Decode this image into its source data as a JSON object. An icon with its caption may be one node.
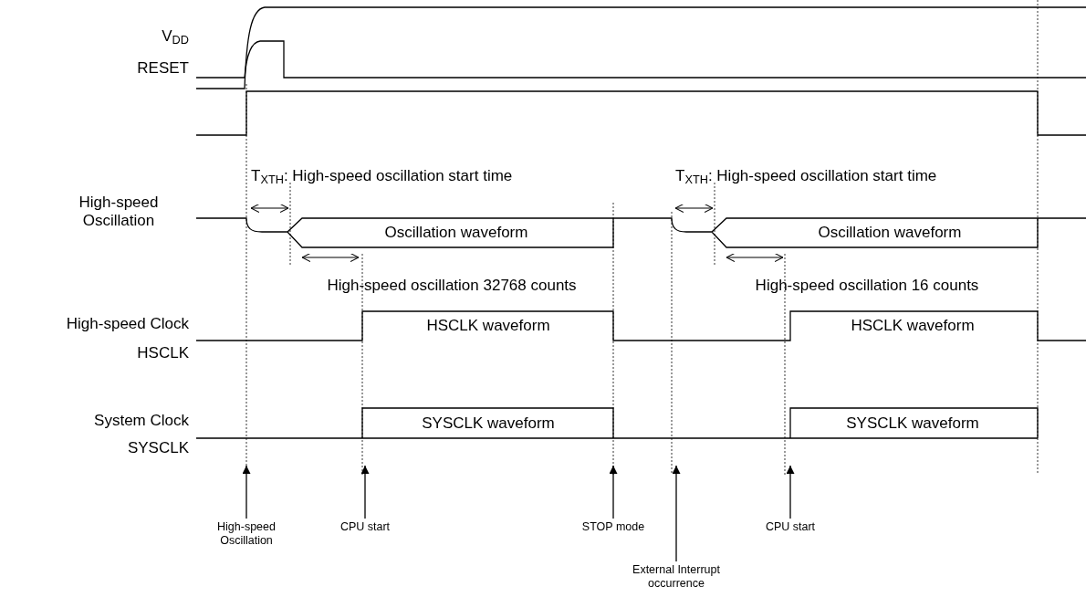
{
  "diagram": {
    "nodes": [
      {
        "text": [
          "High-speed Oscillation"
        ]
      },
      {
        "text": [
          "CPU start"
        ]
      },
      {
        "text": [
          "STOP mode"
        ]
      },
      {
        "text": [
          "External Interrupt occurrence"
        ]
      },
      {
        "text": [
          "CPU start"
        ]
      }
    ],
    "edges": [
      {
        "from": 0,
        "to": null,
        "arrow": "to"
      },
      {
        "from": 1,
        "to": null,
        "arrow": "to"
      },
      {
        "from": 2,
        "to": null,
        "arrow": "to"
      },
      {
        "from": 3,
        "to": null,
        "arrow": "to"
      },
      {
        "from": 4,
        "to": null,
        "arrow": "to"
      }
    ],
    "labels": [
      "V$_{DD}$",
      "RESET",
      "T$_{XTH}$: High-speed oscillation start time",
      "T$_{XTH}$: High-speed oscillation start time",
      "High-speed Oscillation",
      "Oscillation waveform",
      "Oscillation waveform",
      "High-speed oscillation 32768 counts",
      "High-speed oscillation 16 counts",
      "High-speed Clock",
      "HSCLK waveform",
      "HSCLK waveform",
      "HSCLK",
      "System Clock",
      "SYSCLK waveform",
      "SYSCLK waveform",
      "SYSCLK"
    ]
  }
}
